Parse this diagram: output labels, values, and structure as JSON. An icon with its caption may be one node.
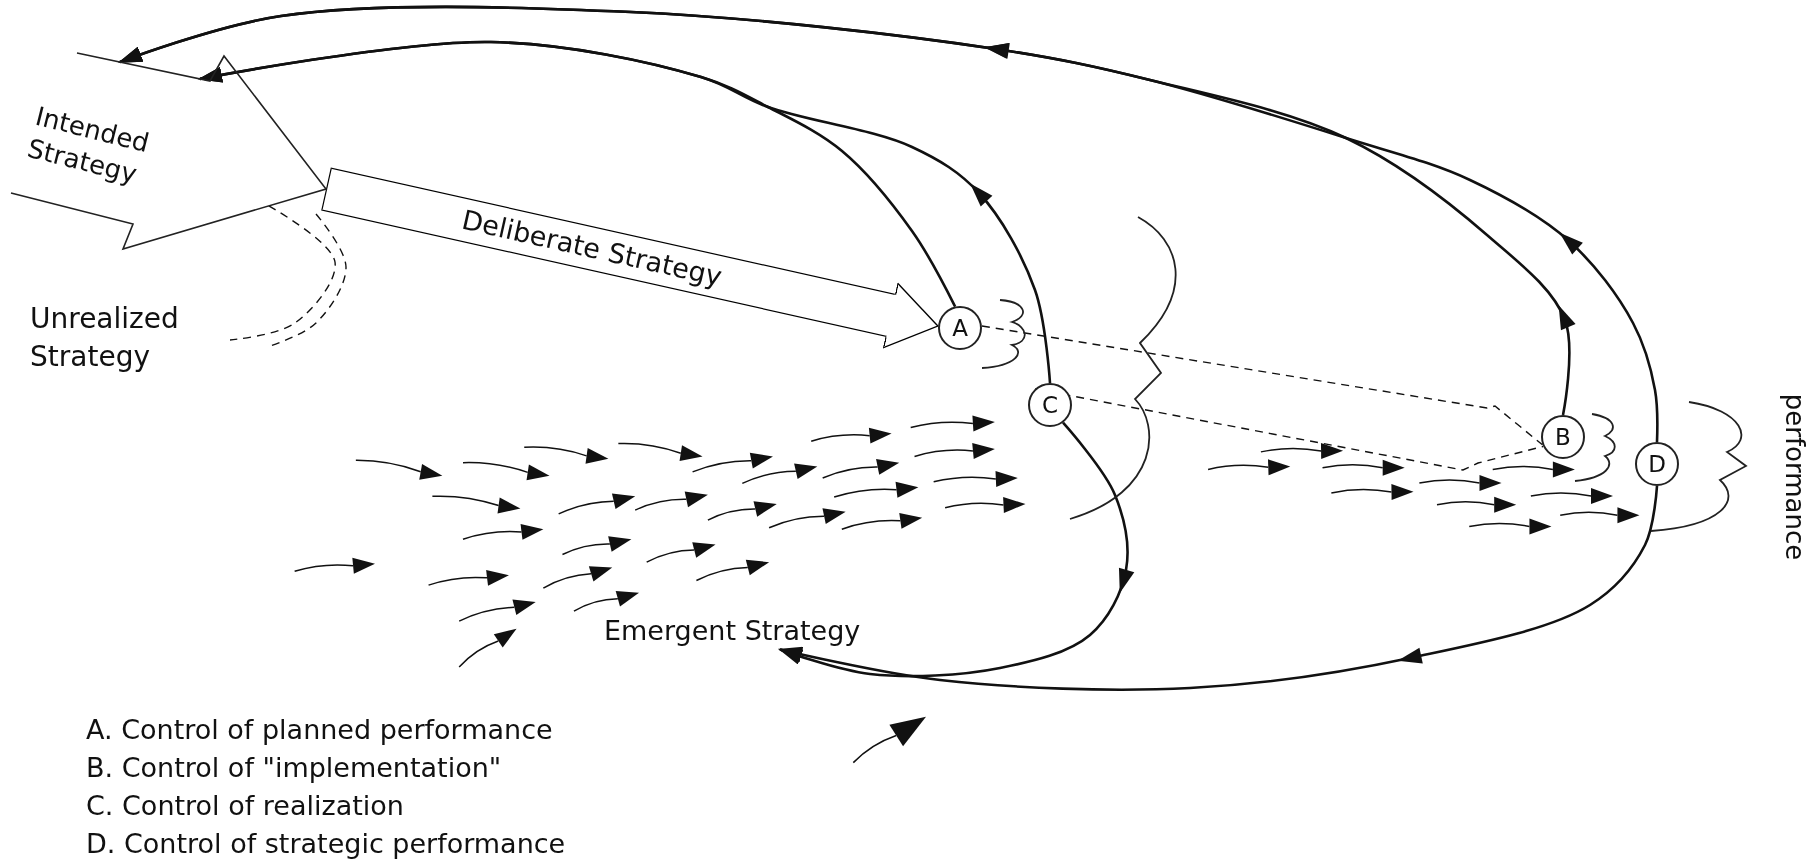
{
  "diagram": {
    "nodes": [
      {
        "text": [
          "Intended Strategy"
        ]
      },
      {
        "text": [
          "Unrealized Strategy"
        ]
      },
      {
        "text": [
          "A"
        ]
      },
      {
        "text": [
          "B"
        ]
      },
      {
        "text": [
          "C"
        ]
      },
      {
        "text": [
          "D"
        ]
      },
      {
        "text": [
          "Emergent Strategy"
        ]
      }
    ],
    "edges": [
      {
        "from": 0,
        "to": 2,
        "arrow": "to",
        "label": "Deliberate Strategy",
        "style": "thick"
      },
      {
        "from": 2,
        "to": 0,
        "arrow": "to"
      },
      {
        "from": 4,
        "to": 0,
        "arrow": "to"
      },
      {
        "from": 3,
        "to": 0,
        "arrow": "to"
      },
      {
        "from": 5,
        "to": 0,
        "arrow": "to"
      },
      {
        "from": 4,
        "to": 6,
        "arrow": "to"
      },
      {
        "from": 5,
        "to": 6,
        "arrow": "to"
      },
      {
        "from": 0,
        "to": 1,
        "arrow": "none",
        "style": "dashed"
      },
      {
        "from": 2,
        "to": 3,
        "arrow": "none",
        "style": "dashed"
      },
      {
        "from": 4,
        "to": 3,
        "arrow": "none",
        "style": "dashed"
      }
    ],
    "labels": [
      "performance",
      "A. Control of planned performance",
      "B. Control of \"implementation\"",
      "C. Control of realization",
      "D. Control of strategic performance"
    ]
  }
}
